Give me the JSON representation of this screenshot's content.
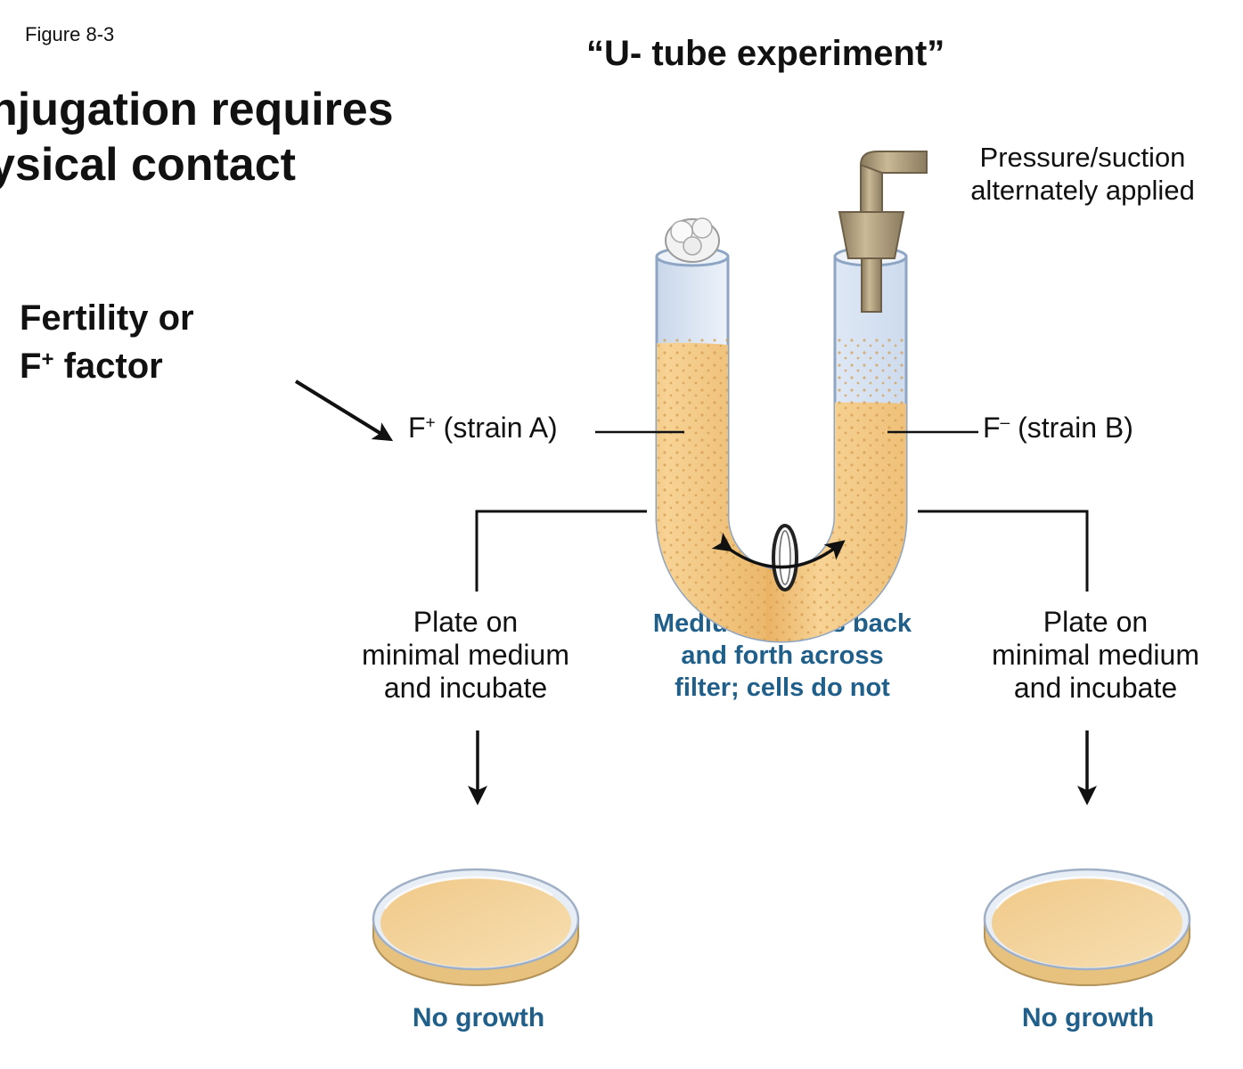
{
  "figure_label": "Figure 8-3",
  "title": "“U- tube experiment”",
  "headline": {
    "line1": "njugation requires",
    "line2": "ysical contact"
  },
  "fertility": {
    "line1": "Fertility or",
    "line2_letter": "F",
    "line2_sup": "+",
    "line2_rest": " factor"
  },
  "strain_a": {
    "letter": "F",
    "sup": "+",
    "rest": " (strain A)"
  },
  "strain_b": {
    "letter": "F",
    "sup": "–",
    "rest": " (strain B)"
  },
  "pressure": {
    "line1": "Pressure/suction",
    "line2": "alternately applied"
  },
  "plate_left": {
    "line1": "Plate on",
    "line2": "minimal medium",
    "line3": "and incubate"
  },
  "plate_right": {
    "line1": "Plate on",
    "line2": "minimal medium",
    "line3": "and incubate"
  },
  "medium": {
    "line1": "Medium passes back",
    "line2": "and forth across",
    "line3": "filter; cells do not"
  },
  "result_left": "No growth",
  "result_right": "No growth",
  "colors": {
    "accent_blue": "#1f5f8a",
    "medium": "#f1c27d",
    "glass": "#e6eef8"
  }
}
